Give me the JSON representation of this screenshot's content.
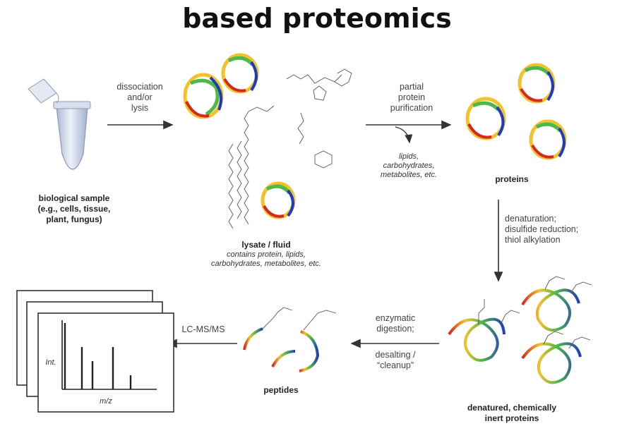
{
  "title": "based proteomics",
  "steps": {
    "dissociation": [
      "dissociation",
      "and/or",
      "lysis"
    ],
    "partial_purification": [
      "partial",
      "protein",
      "purification"
    ],
    "removed": [
      "lipids,",
      "carbohydrates,",
      "metabolites, etc."
    ],
    "denaturation": [
      "denaturation;",
      "disulfide reduction;",
      "thiol alkylation"
    ],
    "digestion": [
      "enzymatic",
      "digestion;"
    ],
    "desalting": [
      "desalting /",
      "“cleanup”"
    ],
    "lcms": "LC-MS/MS"
  },
  "nodes": {
    "sample": [
      "biological sample",
      "(e.g., cells, tissue,",
      "plant, fungus)"
    ],
    "lysate_title": "lysate / fluid",
    "lysate_desc": [
      "contains protein, lipids,",
      "carbohydrates, metabolites, etc."
    ],
    "proteins": "proteins",
    "denatured": [
      "denatured, chemically",
      "inert proteins"
    ],
    "peptides": "peptides"
  },
  "spectrum": {
    "ylabel": "Int.",
    "xlabel": "m/z"
  },
  "colors": {
    "arrow": "#333333",
    "tube": "#c9d3e6"
  }
}
